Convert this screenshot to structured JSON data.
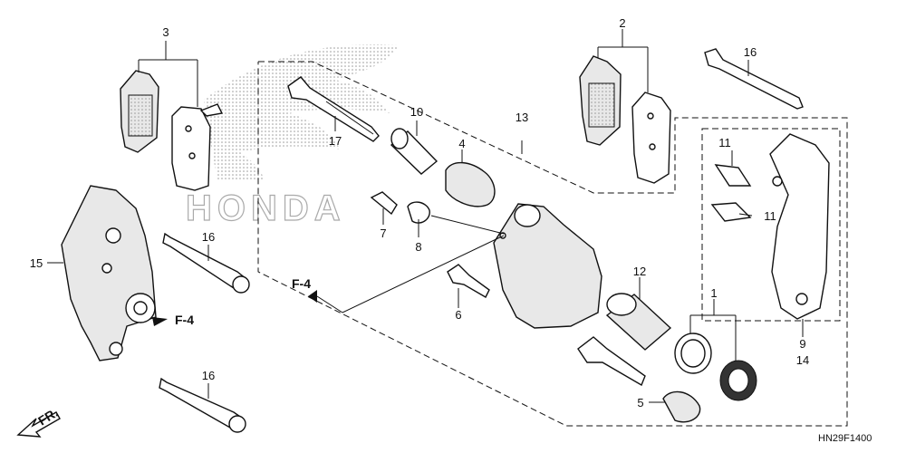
{
  "callouts": {
    "c1": "1",
    "c2": "2",
    "c3": "3",
    "c4": "4",
    "c5": "5",
    "c6": "6",
    "c7": "7",
    "c8": "8",
    "c9": "9",
    "c10": "10",
    "c11a": "11",
    "c11b": "11",
    "c12": "12",
    "c13": "13",
    "c14": "14",
    "c15": "15",
    "c16a": "16",
    "c16b": "16",
    "c16c": "16",
    "c17": "17"
  },
  "refs": {
    "f4_left": "F-4",
    "f4_right": "F-4"
  },
  "watermark": {
    "text": "HONDA"
  },
  "direction": {
    "label": "FR."
  },
  "diagram_code": "HN29F1400"
}
